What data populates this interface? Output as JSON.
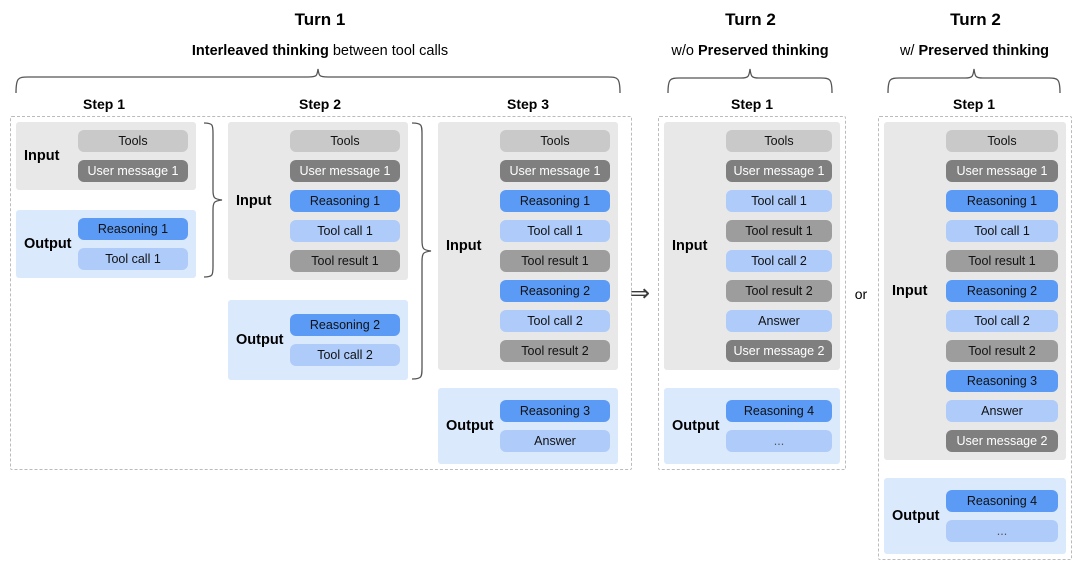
{
  "sections": [
    {
      "id": "turn1",
      "title": "Turn 1",
      "subtitle_bold": "Interleaved thinking",
      "subtitle_rest": " between tool calls",
      "steps": [
        {
          "label": "Step 1",
          "input": {
            "label": "Input",
            "pills": [
              "Tools",
              "User message 1"
            ]
          },
          "output": {
            "label": "Output",
            "pills": [
              "Reasoning 1",
              "Tool call 1"
            ]
          }
        },
        {
          "label": "Step 2",
          "input": {
            "label": "Input",
            "pills": [
              "Tools",
              "User message 1",
              "Reasoning 1",
              "Tool call 1",
              "Tool result 1"
            ]
          },
          "output": {
            "label": "Output",
            "pills": [
              "Reasoning 2",
              "Tool call 2"
            ]
          }
        },
        {
          "label": "Step 3",
          "input": {
            "label": "Input",
            "pills": [
              "Tools",
              "User message 1",
              "Reasoning 1",
              "Tool call 1",
              "Tool result 1",
              "Reasoning 2",
              "Tool call 2",
              "Tool result 2"
            ]
          },
          "output": {
            "label": "Output",
            "pills": [
              "Reasoning 3",
              "Answer"
            ]
          }
        }
      ]
    },
    {
      "id": "turn2_without",
      "title": "Turn 2",
      "subtitle_bold": "Preserved thinking",
      "subtitle_prefix": "w/o ",
      "steps": [
        {
          "label": "Step 1",
          "input": {
            "label": "Input",
            "pills": [
              "Tools",
              "User message 1",
              "Tool call 1",
              "Tool result 1",
              "Tool call 2",
              "Tool result 2",
              "Answer",
              "User message 2"
            ]
          },
          "output": {
            "label": "Output",
            "pills": [
              "Reasoning 4",
              "..."
            ]
          }
        }
      ]
    },
    {
      "id": "turn2_with",
      "title": "Turn 2",
      "subtitle_bold": "Preserved thinking",
      "subtitle_prefix": "w/ ",
      "steps": [
        {
          "label": "Step 1",
          "input": {
            "label": "Input",
            "pills": [
              "Tools",
              "User message 1",
              "Reasoning 1",
              "Tool call 1",
              "Tool result 1",
              "Reasoning 2",
              "Tool call 2",
              "Tool result 2",
              "Reasoning 3",
              "Answer",
              "User message 2"
            ]
          },
          "output": {
            "label": "Output",
            "pills": [
              "Reasoning 4",
              "..."
            ]
          }
        }
      ]
    }
  ],
  "connectors": {
    "arrow": "⇒",
    "or": "or"
  },
  "colors": {
    "tools": "#c9c9c9",
    "user_message": "#7f7f7f",
    "reasoning": "#5b9bf5",
    "tool_call": "#aecbf9",
    "tool_result": "#9d9d9d",
    "answer": "#aecbf9",
    "input_bg": "#e8e8e8",
    "output_bg": "#dbe9fd",
    "dashed_border": "#bbbbbb"
  }
}
